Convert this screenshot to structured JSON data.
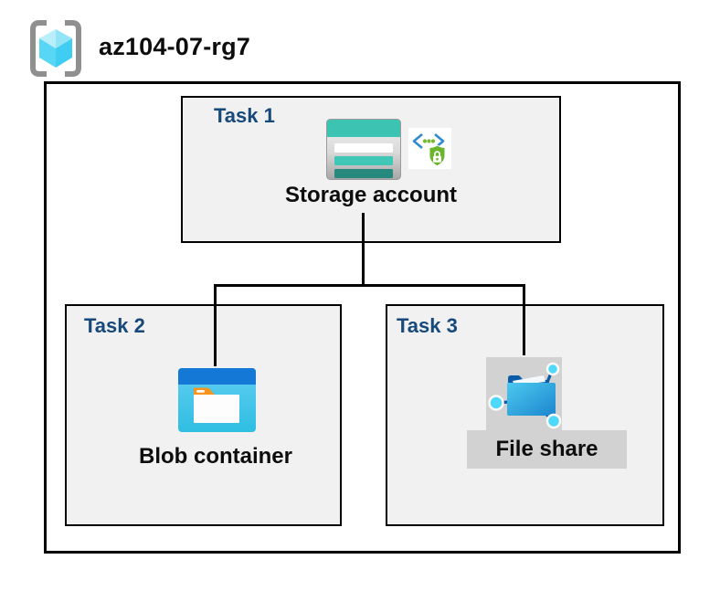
{
  "header": {
    "icon": "resource-group-icon",
    "title": "az104-07-rg7"
  },
  "resource_group": {
    "tasks": [
      {
        "label": "Task 1",
        "resource": "Storage account",
        "icons": [
          "storage-account-icon",
          "secure-access-icon"
        ]
      },
      {
        "label": "Task 2",
        "resource": "Blob container",
        "icons": [
          "blob-container-icon"
        ]
      },
      {
        "label": "Task 3",
        "resource": "File share",
        "icons": [
          "file-share-icon"
        ]
      }
    ],
    "connections": [
      {
        "from": "Storage account",
        "to": "Blob container"
      },
      {
        "from": "Storage account",
        "to": "File share"
      }
    ]
  },
  "colors": {
    "task_label": "#17497A",
    "box_fill": "#F1F1F1",
    "icon_panel_fill": "#D2D2D2",
    "storage_teal": "#3DC3B1",
    "storage_teal_dark": "#27897D",
    "blob_bar_blue": "#1479D6",
    "blob_body_cyan": "#3CC4E8",
    "folder_tab_orange": "#F8941D",
    "file_folder_blue": "#1B86CE",
    "node_cyan": "#4ED8FA",
    "shield_green": "#69B62C",
    "bracket_blue": "#2E8BD0",
    "connector_black": "#000000"
  }
}
